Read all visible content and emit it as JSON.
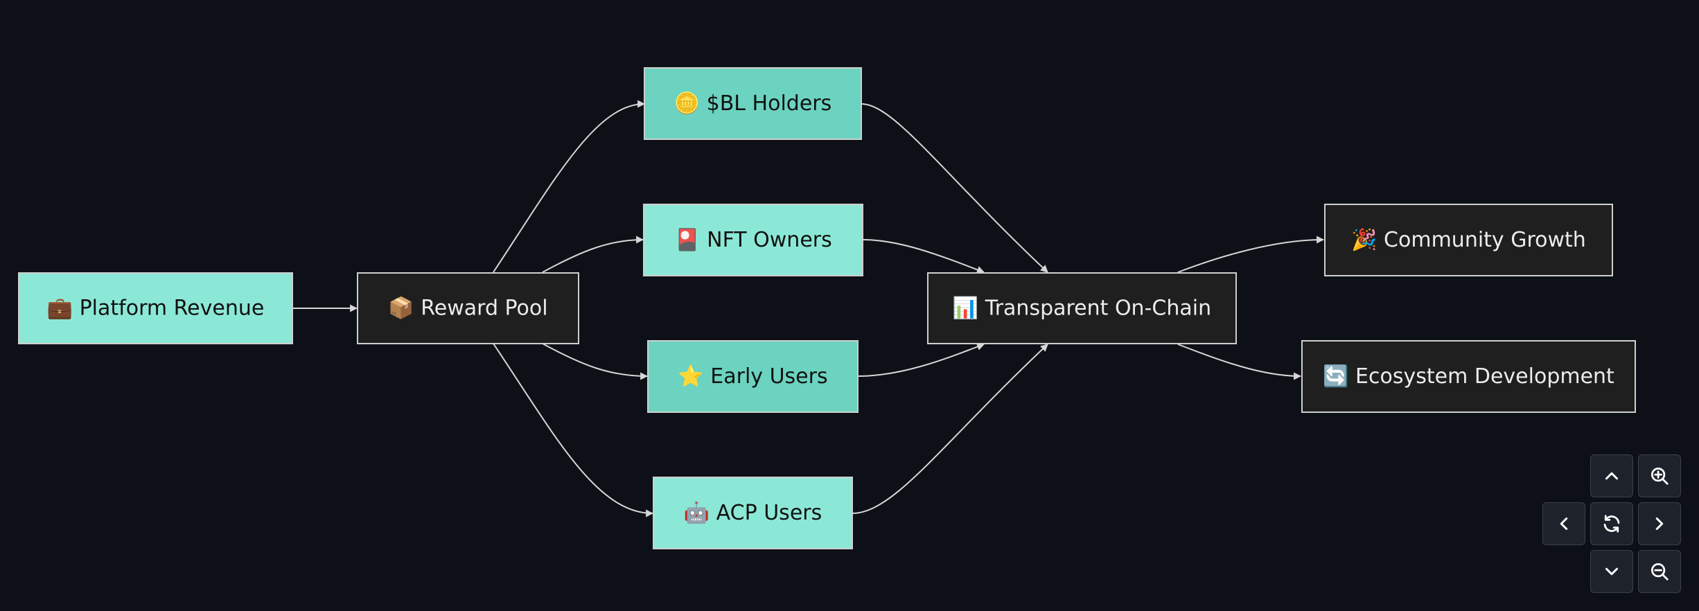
{
  "diagram": {
    "type": "flowchart",
    "nodes": [
      {
        "id": "platform_revenue",
        "icon": "briefcase-icon",
        "label": "💼 Platform Revenue",
        "style": "teal"
      },
      {
        "id": "reward_pool",
        "icon": "package-icon",
        "label": "📦 Reward Pool",
        "style": "dark"
      },
      {
        "id": "bl_holders",
        "icon": "coin-icon",
        "label": "🪙 $BL Holders",
        "style": "teal-dark"
      },
      {
        "id": "nft_owners",
        "icon": "card-icon",
        "label": "🎴 NFT Owners",
        "style": "teal"
      },
      {
        "id": "early_users",
        "icon": "star-icon",
        "label": "⭐ Early Users",
        "style": "teal-dark"
      },
      {
        "id": "acp_users",
        "icon": "robot-icon",
        "label": "🤖 ACP Users",
        "style": "teal"
      },
      {
        "id": "transparent_onchain",
        "icon": "chart-icon",
        "label": "📊 Transparent On-Chain",
        "style": "dark"
      },
      {
        "id": "community_growth",
        "icon": "party-icon",
        "label": "🎉 Community Growth",
        "style": "dark"
      },
      {
        "id": "ecosystem_development",
        "icon": "cycle-icon",
        "label": "🔄 Ecosystem Development",
        "style": "dark"
      }
    ],
    "edges": [
      {
        "from": "platform_revenue",
        "to": "reward_pool"
      },
      {
        "from": "reward_pool",
        "to": "bl_holders"
      },
      {
        "from": "reward_pool",
        "to": "nft_owners"
      },
      {
        "from": "reward_pool",
        "to": "early_users"
      },
      {
        "from": "reward_pool",
        "to": "acp_users"
      },
      {
        "from": "bl_holders",
        "to": "transparent_onchain"
      },
      {
        "from": "nft_owners",
        "to": "transparent_onchain"
      },
      {
        "from": "early_users",
        "to": "transparent_onchain"
      },
      {
        "from": "acp_users",
        "to": "transparent_onchain"
      },
      {
        "from": "transparent_onchain",
        "to": "community_growth"
      },
      {
        "from": "transparent_onchain",
        "to": "ecosystem_development"
      }
    ]
  },
  "colors": {
    "background": "#0d1117",
    "teal": "#8ce8d6",
    "teal_dark": "#6bd3bf",
    "dark_node": "#1f1f1f",
    "node_border": "#cfcfcf",
    "edge": "#d6d6d6",
    "text_dark": "#111111",
    "text_light": "#ececec"
  },
  "controls": [
    {
      "name": "pan-up-button",
      "icon": "chevron-up-icon"
    },
    {
      "name": "zoom-in-button",
      "icon": "zoom-in-icon"
    },
    {
      "name": "pan-left-button",
      "icon": "chevron-left-icon"
    },
    {
      "name": "reset-view-button",
      "icon": "refresh-icon"
    },
    {
      "name": "pan-right-button",
      "icon": "chevron-right-icon"
    },
    {
      "name": "pan-down-button",
      "icon": "chevron-down-icon"
    },
    {
      "name": "zoom-out-button",
      "icon": "zoom-out-icon"
    }
  ]
}
